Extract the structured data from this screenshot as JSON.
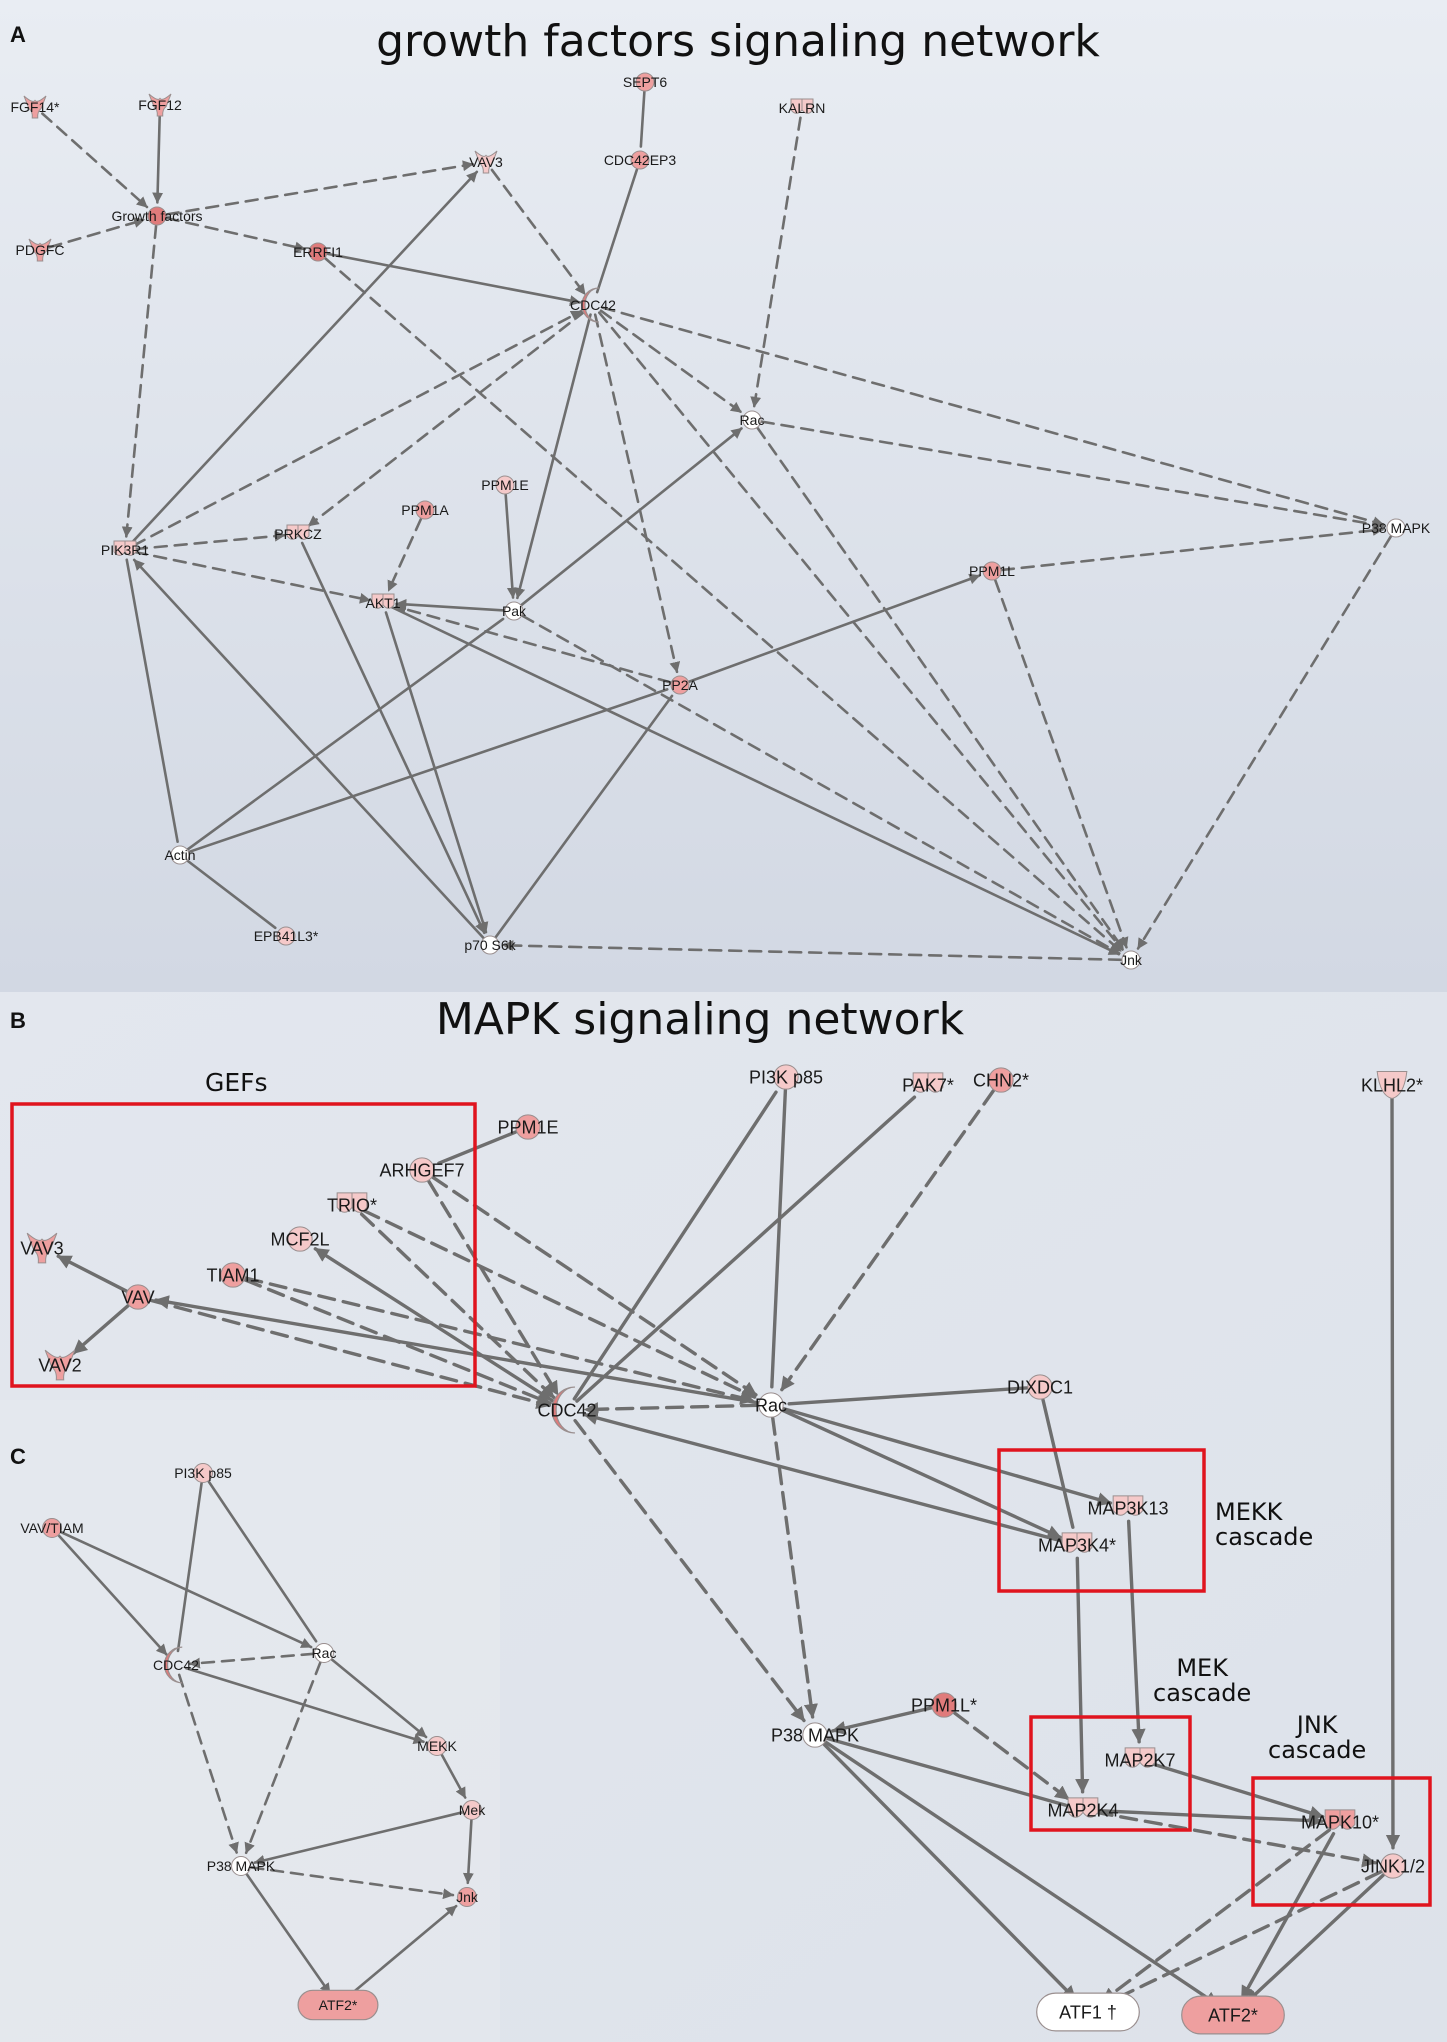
{
  "panels": [
    {
      "id": "A",
      "label": "A",
      "title": "growth factors signaling network"
    },
    {
      "id": "B",
      "label": "B",
      "title": "MAPK signaling network"
    },
    {
      "id": "C",
      "label": "C",
      "title": ""
    }
  ],
  "groups": [
    {
      "id": "gefs",
      "label": "GEFs"
    },
    {
      "id": "mekk",
      "label": "MEKK\ncascade"
    },
    {
      "id": "mek",
      "label": "MEK\ncascade"
    },
    {
      "id": "jnk",
      "label": "JNK\ncascade"
    }
  ],
  "colors": {
    "edge": "#6e6e6e",
    "box": "#e0141e",
    "node_white": "#ffffff",
    "node_light": "#f5c9c9",
    "node_mid": "#ee9f9f",
    "node_dark": "#e07b7b",
    "node_stroke": "#9a8f8f"
  },
  "networks": {
    "A": {
      "nodes": [
        {
          "id": "FGF14",
          "label": "FGF14*",
          "shape": "receptor",
          "color": "mid"
        },
        {
          "id": "FGF12",
          "label": "FGF12",
          "shape": "receptor",
          "color": "mid"
        },
        {
          "id": "PDGFC",
          "label": "PDGFC",
          "shape": "receptor",
          "color": "mid"
        },
        {
          "id": "GF",
          "label": "Growth factors",
          "shape": "circle",
          "color": "dark"
        },
        {
          "id": "VAV3",
          "label": "VAV3",
          "shape": "receptor",
          "color": "light"
        },
        {
          "id": "SEPT6",
          "label": "SEPT6",
          "shape": "circle",
          "color": "mid"
        },
        {
          "id": "CDC42EP3",
          "label": "CDC42EP3",
          "shape": "circle",
          "color": "mid"
        },
        {
          "id": "KALRN",
          "label": "KALRN",
          "shape": "double",
          "color": "light"
        },
        {
          "id": "ERRFI1",
          "label": "ERRFI1",
          "shape": "circle",
          "color": "dark"
        },
        {
          "id": "CDC42",
          "label": "CDC42",
          "shape": "crescent",
          "color": "dark"
        },
        {
          "id": "Rac",
          "label": "Rac",
          "shape": "circle",
          "color": "white"
        },
        {
          "id": "P38",
          "label": "P38 MAPK",
          "shape": "circle",
          "color": "white"
        },
        {
          "id": "PIK3R1",
          "label": "PIK3R1",
          "shape": "double",
          "color": "light"
        },
        {
          "id": "PRKCZ",
          "label": "PRKCZ",
          "shape": "double",
          "color": "light"
        },
        {
          "id": "PPM1A",
          "label": "PPM1A",
          "shape": "circle",
          "color": "mid"
        },
        {
          "id": "PPM1E",
          "label": "PPM1E",
          "shape": "circle",
          "color": "light"
        },
        {
          "id": "Pak",
          "label": "Pak",
          "shape": "circle",
          "color": "white"
        },
        {
          "id": "AKT1",
          "label": "AKT1",
          "shape": "double",
          "color": "light"
        },
        {
          "id": "PPM1L",
          "label": "PPM1L",
          "shape": "circle",
          "color": "mid"
        },
        {
          "id": "PP2A",
          "label": "PP2A",
          "shape": "circle",
          "color": "mid"
        },
        {
          "id": "Actin",
          "label": "Actin",
          "shape": "circle",
          "color": "white"
        },
        {
          "id": "EPB41L3",
          "label": "EPB41L3*",
          "shape": "circle",
          "color": "light"
        },
        {
          "id": "p70",
          "label": "p70 S6k",
          "shape": "circle",
          "color": "white"
        },
        {
          "id": "Jnk",
          "label": "Jnk",
          "shape": "circle",
          "color": "white"
        }
      ],
      "edges": [
        [
          "FGF14",
          "GF",
          "dashed",
          "arrow"
        ],
        [
          "FGF12",
          "GF",
          "solid",
          "arrow"
        ],
        [
          "PDGFC",
          "GF",
          "dashed",
          "arrow"
        ],
        [
          "GF",
          "VAV3",
          "dashed",
          "arrow"
        ],
        [
          "GF",
          "ERRFI1",
          "dashed",
          "arrow"
        ],
        [
          "GF",
          "PIK3R1",
          "dashed",
          "arrow"
        ],
        [
          "VAV3",
          "CDC42",
          "dashed",
          "arrow"
        ],
        [
          "SEPT6",
          "CDC42EP3",
          "solid",
          "none"
        ],
        [
          "CDC42EP3",
          "CDC42",
          "solid",
          "none"
        ],
        [
          "ERRFI1",
          "CDC42",
          "solid",
          "arrow"
        ],
        [
          "ERRFI1",
          "Jnk",
          "dashed",
          "arrow"
        ],
        [
          "KALRN",
          "Rac",
          "dashed",
          "arrow"
        ],
        [
          "CDC42",
          "Rac",
          "dashed",
          "arrow"
        ],
        [
          "CDC42",
          "P38",
          "dashed",
          "arrow"
        ],
        [
          "CDC42",
          "PRKCZ",
          "dashed",
          "arrow"
        ],
        [
          "CDC42",
          "Pak",
          "solid",
          "arrow"
        ],
        [
          "CDC42",
          "PP2A",
          "dashed",
          "arrow"
        ],
        [
          "CDC42",
          "Jnk",
          "dashed",
          "arrow"
        ],
        [
          "PIK3R1",
          "CDC42",
          "dashed",
          "arrow"
        ],
        [
          "PIK3R1",
          "VAV3",
          "solid",
          "arrow"
        ],
        [
          "PIK3R1",
          "PRKCZ",
          "dashed",
          "arrow"
        ],
        [
          "PIK3R1",
          "AKT1",
          "dashed",
          "arrow"
        ],
        [
          "PIK3R1",
          "Actin",
          "solid",
          "none"
        ],
        [
          "Rac",
          "P38",
          "dashed",
          "arrow"
        ],
        [
          "Rac",
          "Jnk",
          "dashed",
          "arrow"
        ],
        [
          "PPM1A",
          "AKT1",
          "dashed",
          "arrow"
        ],
        [
          "PPM1E",
          "Pak",
          "solid",
          "arrow"
        ],
        [
          "Pak",
          "Rac",
          "solid",
          "arrow"
        ],
        [
          "Pak",
          "AKT1",
          "solid",
          "arrow"
        ],
        [
          "Pak",
          "Jnk",
          "dashed",
          "arrow"
        ],
        [
          "PP2A",
          "AKT1",
          "dashed",
          "arrow"
        ],
        [
          "PP2A",
          "PPM1L",
          "solid",
          "arrow"
        ],
        [
          "PRKCZ",
          "p70",
          "solid",
          "arrow"
        ],
        [
          "AKT1",
          "p70",
          "solid",
          "arrow"
        ],
        [
          "AKT1",
          "Jnk",
          "solid",
          "arrow"
        ],
        [
          "PPM1L",
          "P38",
          "dashed",
          "arrow"
        ],
        [
          "PPM1L",
          "Jnk",
          "dashed",
          "arrow"
        ],
        [
          "P38",
          "Jnk",
          "dashed",
          "arrow"
        ],
        [
          "Actin",
          "Pak",
          "solid",
          "none"
        ],
        [
          "Actin",
          "PP2A",
          "solid",
          "none"
        ],
        [
          "Actin",
          "EPB41L3",
          "solid",
          "none"
        ],
        [
          "p70",
          "PIK3R1",
          "solid",
          "arrow"
        ],
        [
          "p70",
          "PP2A",
          "solid",
          "none"
        ],
        [
          "Jnk",
          "p70",
          "dashed",
          "arrow"
        ]
      ]
    },
    "B": {
      "nodes": [
        {
          "id": "PI3K",
          "label": "PI3K p85",
          "shape": "circle",
          "color": "light"
        },
        {
          "id": "PAK7",
          "label": "PAK7*",
          "shape": "double",
          "color": "light"
        },
        {
          "id": "CHN2",
          "label": "CHN2*",
          "shape": "circle",
          "color": "mid"
        },
        {
          "id": "KLHL2",
          "label": "KLHL2*",
          "shape": "cup",
          "color": "light"
        },
        {
          "id": "PPM1E",
          "label": "PPM1E",
          "shape": "circle",
          "color": "mid"
        },
        {
          "id": "ARHGEF7",
          "label": "ARHGEF7",
          "shape": "circle",
          "color": "light"
        },
        {
          "id": "TRIO",
          "label": "TRIO*",
          "shape": "double",
          "color": "light"
        },
        {
          "id": "MCF2L",
          "label": "MCF2L",
          "shape": "circle",
          "color": "light"
        },
        {
          "id": "TIAM1",
          "label": "TIAM1",
          "shape": "circle",
          "color": "mid"
        },
        {
          "id": "VAV3",
          "label": "VAV3",
          "shape": "receptor",
          "color": "mid"
        },
        {
          "id": "VAV",
          "label": "VAV",
          "shape": "circle",
          "color": "mid"
        },
        {
          "id": "VAV2",
          "label": "VAV2",
          "shape": "receptor",
          "color": "mid"
        },
        {
          "id": "CDC42",
          "label": "CDC42",
          "shape": "crescent",
          "color": "dark"
        },
        {
          "id": "Rac",
          "label": "Rac",
          "shape": "circle",
          "color": "white"
        },
        {
          "id": "DIXDC1",
          "label": "DIXDC1",
          "shape": "circle",
          "color": "light"
        },
        {
          "id": "MAP3K13",
          "label": "MAP3K13",
          "shape": "double",
          "color": "light"
        },
        {
          "id": "MAP3K4",
          "label": "MAP3K4*",
          "shape": "double",
          "color": "light"
        },
        {
          "id": "P38",
          "label": "P38 MAPK",
          "shape": "circle",
          "color": "white"
        },
        {
          "id": "PPM1L",
          "label": "PPM1L*",
          "shape": "circle",
          "color": "dark"
        },
        {
          "id": "MAP2K7",
          "label": "MAP2K7",
          "shape": "double",
          "color": "light"
        },
        {
          "id": "MAP2K4",
          "label": "MAP2K4",
          "shape": "double",
          "color": "light"
        },
        {
          "id": "MAPK10",
          "label": "MAPK10*",
          "shape": "double",
          "color": "mid"
        },
        {
          "id": "JNK12",
          "label": "JINK1/2",
          "shape": "circle",
          "color": "light"
        },
        {
          "id": "ATF1",
          "label": "ATF1 †",
          "shape": "pill",
          "color": "white"
        },
        {
          "id": "ATF2",
          "label": "ATF2*",
          "shape": "pill",
          "color": "mid"
        }
      ],
      "edges": [
        [
          "PPM1E",
          "ARHGEF7",
          "solid",
          "none"
        ],
        [
          "ARHGEF7",
          "CDC42",
          "dashed",
          "arrow"
        ],
        [
          "ARHGEF7",
          "Rac",
          "dashed",
          "arrow"
        ],
        [
          "TRIO",
          "CDC42",
          "dashed",
          "arrow"
        ],
        [
          "TRIO",
          "Rac",
          "dashed",
          "arrow"
        ],
        [
          "TIAM1",
          "CDC42",
          "dashed",
          "arrow"
        ],
        [
          "TIAM1",
          "Rac",
          "dashed",
          "arrow"
        ],
        [
          "CDC42",
          "MCF2L",
          "solid",
          "arrow"
        ],
        [
          "VAV",
          "VAV3",
          "solid",
          "arrow"
        ],
        [
          "VAV",
          "VAV2",
          "solid",
          "arrow"
        ],
        [
          "VAV",
          "CDC42",
          "dashed",
          "arrow"
        ],
        [
          "Rac",
          "VAV",
          "solid",
          "arrow"
        ],
        [
          "CDC42",
          "PI3K",
          "solid",
          "none"
        ],
        [
          "CDC42",
          "PAK7",
          "solid",
          "none"
        ],
        [
          "PI3K",
          "Rac",
          "solid",
          "none"
        ],
        [
          "CHN2",
          "Rac",
          "dashed",
          "arrow"
        ],
        [
          "Rac",
          "CDC42",
          "dashed",
          "arrow"
        ],
        [
          "DIXDC1",
          "Rac",
          "solid",
          "none"
        ],
        [
          "DIXDC1",
          "MAP3K4",
          "solid",
          "none"
        ],
        [
          "Rac",
          "MAP3K13",
          "solid",
          "arrow"
        ],
        [
          "Rac",
          "MAP3K4",
          "solid",
          "arrow"
        ],
        [
          "MAP3K4",
          "CDC42",
          "solid",
          "arrow"
        ],
        [
          "CDC42",
          "P38",
          "dashed",
          "arrow"
        ],
        [
          "Rac",
          "P38",
          "dashed",
          "arrow"
        ],
        [
          "MAP3K4",
          "MAP2K4",
          "solid",
          "arrow"
        ],
        [
          "MAP3K13",
          "MAP2K7",
          "solid",
          "arrow"
        ],
        [
          "PPM1L",
          "P38",
          "solid",
          "arrow"
        ],
        [
          "PPM1L",
          "MAP2K4",
          "dashed",
          "arrow"
        ],
        [
          "P38",
          "MAP2K4",
          "solid",
          "none"
        ],
        [
          "P38",
          "ATF1",
          "solid",
          "arrow"
        ],
        [
          "P38",
          "ATF2",
          "solid",
          "arrow"
        ],
        [
          "MAP2K7",
          "MAPK10",
          "solid",
          "arrow"
        ],
        [
          "MAP2K4",
          "MAPK10",
          "solid",
          "arrow"
        ],
        [
          "MAP2K4",
          "JNK12",
          "dashed",
          "arrow"
        ],
        [
          "KLHL2",
          "JNK12",
          "solid",
          "arrow"
        ],
        [
          "MAPK10",
          "ATF1",
          "dashed",
          "arrow"
        ],
        [
          "MAPK10",
          "ATF2",
          "solid",
          "arrow"
        ],
        [
          "JNK12",
          "ATF1",
          "dashed",
          "arrow"
        ],
        [
          "JNK12",
          "ATF2",
          "solid",
          "arrow"
        ]
      ]
    },
    "C": {
      "nodes": [
        {
          "id": "PI3K",
          "label": "PI3K p85",
          "shape": "circle",
          "color": "light"
        },
        {
          "id": "VAVTIAM",
          "label": "VAV/TIAM",
          "shape": "circle",
          "color": "mid"
        },
        {
          "id": "CDC42",
          "label": "CDC42",
          "shape": "crescent",
          "color": "dark"
        },
        {
          "id": "Rac",
          "label": "Rac",
          "shape": "circle",
          "color": "white"
        },
        {
          "id": "MEKK",
          "label": "MEKK",
          "shape": "circle",
          "color": "light"
        },
        {
          "id": "Mek",
          "label": "Mek",
          "shape": "circle",
          "color": "light"
        },
        {
          "id": "P38",
          "label": "P38 MAPK",
          "shape": "circle",
          "color": "white"
        },
        {
          "id": "Jnk",
          "label": "Jnk",
          "shape": "circle",
          "color": "mid"
        },
        {
          "id": "ATF2",
          "label": "ATF2*",
          "shape": "pill",
          "color": "mid"
        }
      ],
      "edges": [
        [
          "PI3K",
          "CDC42",
          "solid",
          "none"
        ],
        [
          "PI3K",
          "Rac",
          "solid",
          "none"
        ],
        [
          "VAVTIAM",
          "CDC42",
          "solid",
          "arrow"
        ],
        [
          "VAVTIAM",
          "Rac",
          "solid",
          "arrow"
        ],
        [
          "Rac",
          "CDC42",
          "dashed",
          "arrow"
        ],
        [
          "CDC42",
          "MEKK",
          "solid",
          "arrow"
        ],
        [
          "Rac",
          "MEKK",
          "solid",
          "arrow"
        ],
        [
          "CDC42",
          "P38",
          "dashed",
          "arrow"
        ],
        [
          "Rac",
          "P38",
          "dashed",
          "arrow"
        ],
        [
          "MEKK",
          "Mek",
          "solid",
          "arrow"
        ],
        [
          "Mek",
          "P38",
          "solid",
          "arrow"
        ],
        [
          "Mek",
          "Jnk",
          "solid",
          "arrow"
        ],
        [
          "P38",
          "Jnk",
          "dashed",
          "arrow"
        ],
        [
          "P38",
          "ATF2",
          "solid",
          "arrow"
        ],
        [
          "ATF2",
          "Jnk",
          "solid",
          "arrow"
        ]
      ]
    }
  }
}
